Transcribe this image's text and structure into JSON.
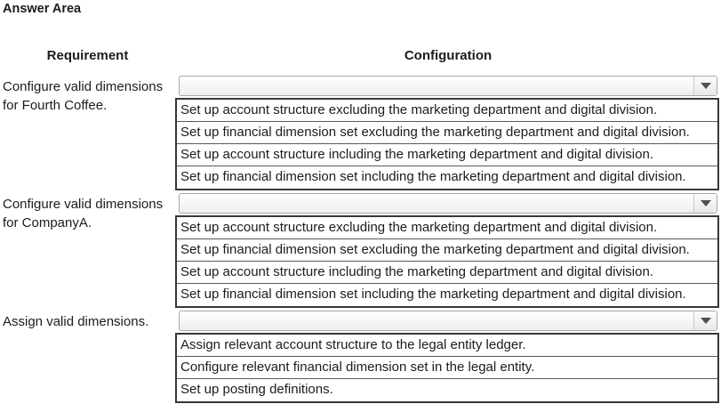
{
  "answer_area": {
    "title": "Answer Area",
    "columns": [
      "Requirement",
      "Configuration"
    ]
  },
  "colors": {
    "text": "#1c1c1c",
    "list_border": "#383838",
    "row_divider": "#5a5a5a",
    "dropdown_border": "#a9a9a9",
    "dropdown_arrow": "#4f4f4f",
    "background": "#ffffff"
  },
  "blocks": [
    {
      "requirement_lines": [
        "Configure valid dimensions",
        "for Fourth Coffee."
      ],
      "dropdown_value": "",
      "options": [
        "Set up account structure excluding the marketing department and digital division.",
        "Set up financial dimension set excluding the marketing department and digital division.",
        "Set up account structure including the marketing department and digital division.",
        "Set up financial dimension set including the marketing department and digital division."
      ]
    },
    {
      "requirement_lines": [
        "Configure valid dimensions",
        "for CompanyA."
      ],
      "dropdown_value": "",
      "options": [
        "Set up account structure excluding the marketing department and digital division.",
        "Set up financial dimension set excluding the marketing department and digital division.",
        "Set up account structure including the marketing department and digital division.",
        "Set up financial dimension set including the marketing department and digital division."
      ]
    },
    {
      "requirement_lines": [
        "Assign valid dimensions."
      ],
      "dropdown_value": "",
      "options": [
        "Assign relevant account structure to the legal entity ledger.",
        "Configure relevant financial dimension set in the legal entity.",
        "Set up posting definitions."
      ]
    }
  ]
}
